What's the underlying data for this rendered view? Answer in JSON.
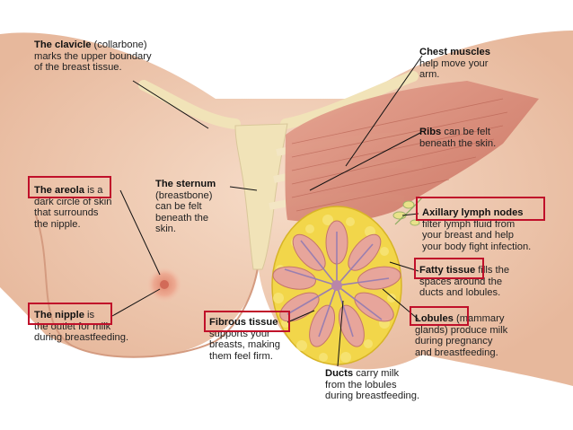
{
  "colors": {
    "highlight_box": "#c0102a",
    "skin": "#efcbb2",
    "muscle": "#d98a78",
    "fat": "#f2d64a",
    "bone": "#f1e3b8"
  },
  "labels": {
    "clavicle": {
      "term": "The clavicle",
      "lines": [
        "(collarbone)",
        "marks the upper boundary",
        "of the breast tissue."
      ]
    },
    "chest_muscles": {
      "term": "Chest muscles",
      "lines": [
        "help move your",
        "arm."
      ]
    },
    "ribs": {
      "term": "Ribs",
      "lines": [
        "can be felt",
        "beneath the skin."
      ]
    },
    "sternum": {
      "term": "The sternum",
      "lines": [
        "(breastbone)",
        "can be felt",
        "beneath the",
        "skin."
      ]
    },
    "areola": {
      "term": "The areola",
      "lines": [
        "is a",
        "dark circle of skin",
        "that surrounds",
        "the nipple."
      ]
    },
    "axillary": {
      "term": "Axillary lymph nodes",
      "lines": [
        "filter lymph fluid from",
        "your breast and help",
        "your body fight infection."
      ]
    },
    "fatty": {
      "term": "Fatty tissue",
      "lines": [
        "fills the",
        "spaces around the",
        "ducts and lobules."
      ]
    },
    "lobules": {
      "term": "Lobules",
      "lines": [
        "(mammary",
        "glands) produce milk",
        "during pregnancy",
        "and breastfeeding."
      ]
    },
    "nipple": {
      "term": "The nipple",
      "lines": [
        "is",
        "the outlet for milk",
        "during breastfeeding."
      ]
    },
    "fibrous": {
      "term": "Fibrous tissue",
      "lines": [
        "supports your",
        "breasts, making",
        "them feel firm."
      ]
    },
    "ducts": {
      "term": "Ducts",
      "lines": [
        "carry milk",
        "from the lobules",
        "during breastfeeding."
      ]
    }
  }
}
